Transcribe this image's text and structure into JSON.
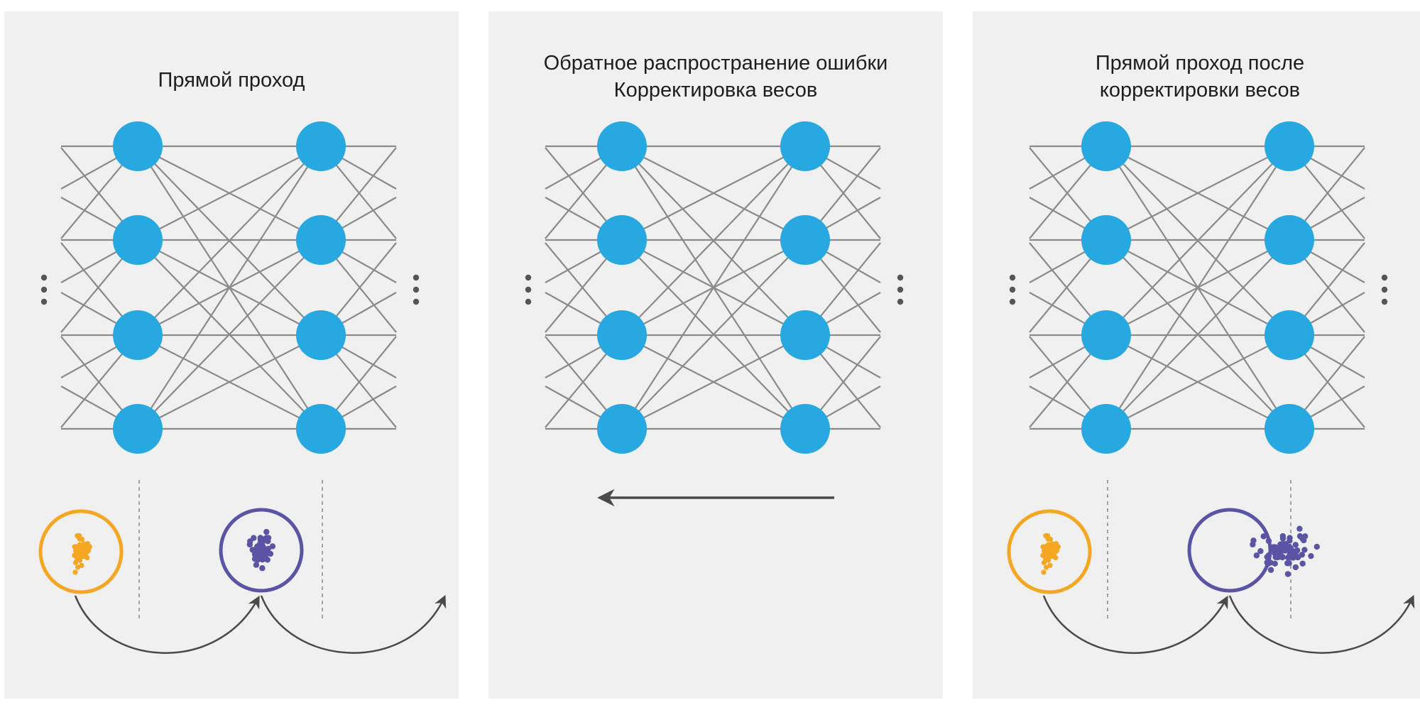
{
  "colors": {
    "panel_bg": "#f0f0f0",
    "node": "#28a8e0",
    "edge": "#8a8a8a",
    "dots": "#555555",
    "arrow": "#4a4a4a",
    "guide": "#888888",
    "cluster_orange": "#f5a623",
    "cluster_purple": "#5b54a4"
  },
  "panels": [
    {
      "id": "forward",
      "title_lines": [
        "Прямой проход"
      ],
      "show_clusters": true,
      "purple_shifted": false,
      "show_back_arrow": false
    },
    {
      "id": "backprop",
      "title_lines": [
        "Обратное распространение ошибки",
        "Корректировка весов"
      ],
      "show_clusters": false,
      "purple_shifted": false,
      "show_back_arrow": true
    },
    {
      "id": "forward-after",
      "title_lines": [
        "Прямой проход после",
        "корректировки весов"
      ],
      "show_clusters": true,
      "purple_shifted": true,
      "show_back_arrow": false
    }
  ]
}
